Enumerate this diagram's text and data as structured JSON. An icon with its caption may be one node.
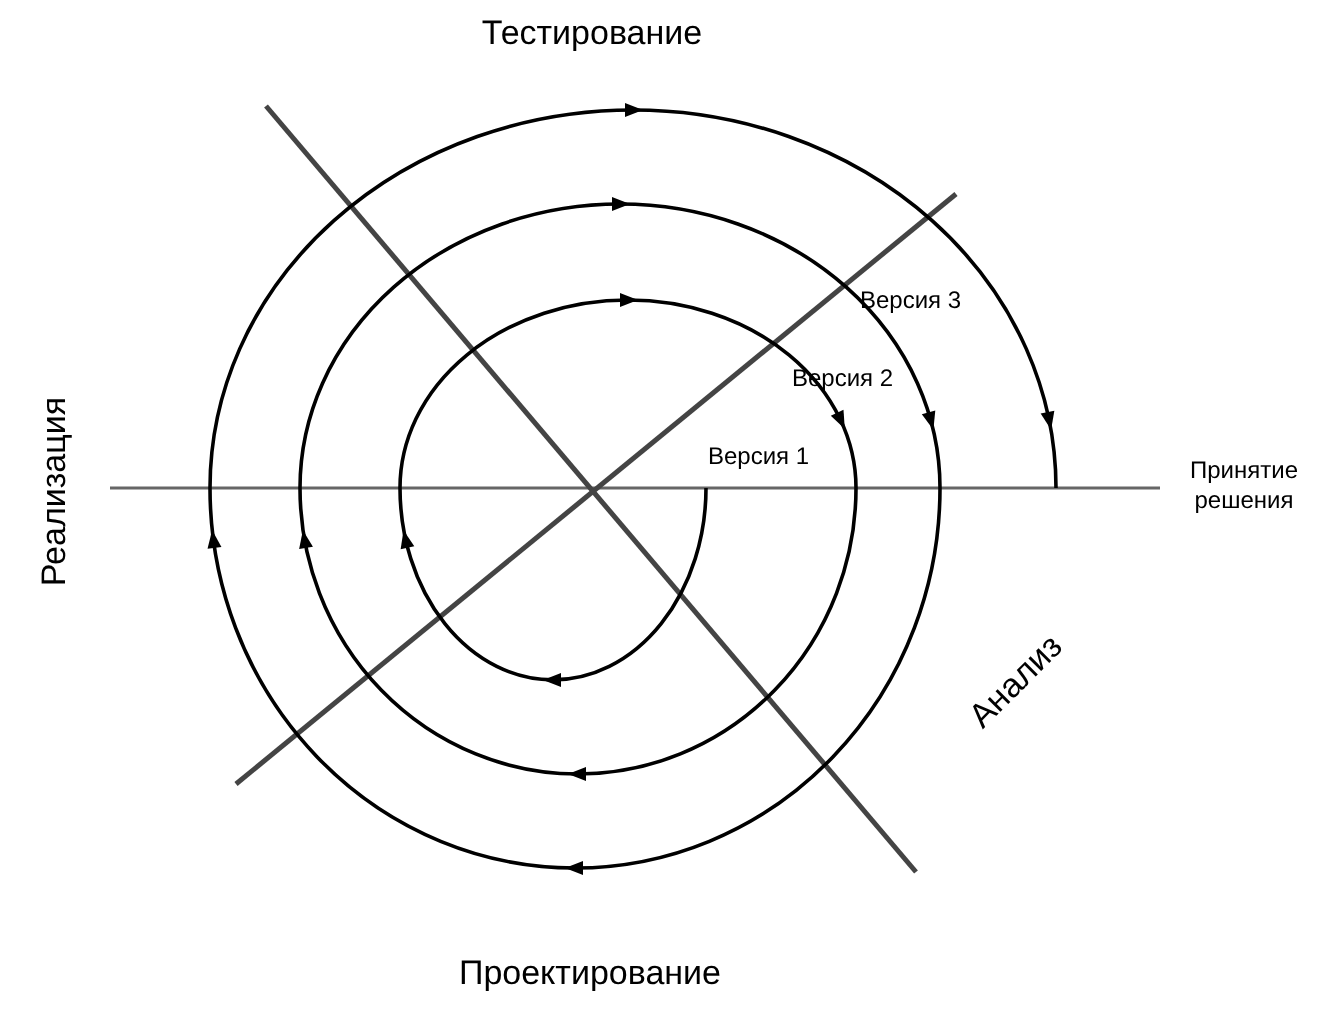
{
  "diagram": {
    "labels": [
      "Тестирование",
      "Реализация",
      "Версия 3",
      "Версия 2",
      "Версия 1",
      "Принятие решения",
      "Анализ",
      "Проектирование"
    ]
  }
}
